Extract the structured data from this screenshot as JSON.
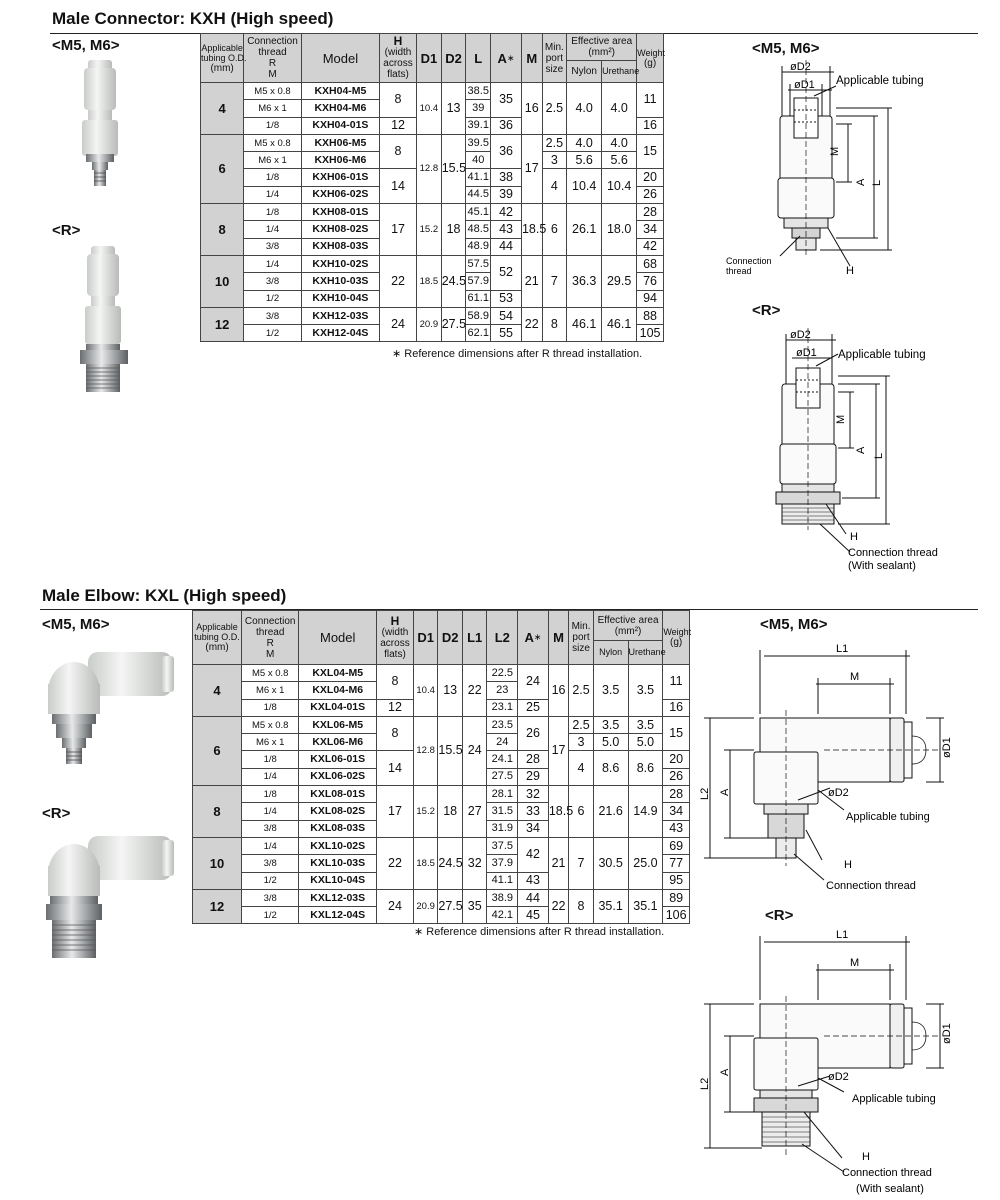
{
  "kxh": {
    "title": "Male Connector: KXH (High speed)",
    "sub_m": "<M5, M6>",
    "sub_r": "<R>",
    "draw_m": "<M5, M6>",
    "draw_r": "<R>",
    "note": "∗ Reference dimensions after R thread installation.",
    "headers": {
      "tubing": [
        "Applicable",
        "tubing O.D.",
        "(mm)"
      ],
      "thread": [
        "Connection",
        "thread",
        "R",
        "M"
      ],
      "model": "Model",
      "h": [
        "H",
        "(width",
        "across",
        "flats)"
      ],
      "d1": "D1",
      "d2": "D2",
      "l": "L",
      "a": "A",
      "a_star": "∗",
      "m": "M",
      "minport": [
        "Min.",
        "port",
        "size"
      ],
      "eff": "Effective area",
      "eff_unit": "(mm²)",
      "nylon": "Nylon",
      "urethane": "Urethane",
      "weight": "Weight",
      "weight_unit": "(g)"
    },
    "labels": {
      "od2": "øD2",
      "od1": "øD1",
      "tubing": "Applicable tubing",
      "m": "M",
      "a": "A",
      "l": "L",
      "h": "H",
      "conn": "Connection",
      "conn2": "thread",
      "conn_r": "Connection thread",
      "sealant": "(With sealant)"
    }
  },
  "kxh_rows": [
    {
      "c0": "4",
      "c0_rows": 3,
      "thread": "M5 x 0.8",
      "model": "KXH04-M5",
      "h": "8",
      "h_rows": 2,
      "d1": "10.4",
      "d1_rows": 3,
      "d2": "13",
      "d2_rows": 3,
      "l": "38.5",
      "a": "35",
      "a_rows": 2,
      "m": "16",
      "m_rows": 3,
      "port": "2.5",
      "port_rows": 3,
      "ny": "4.0",
      "ny_rows": 3,
      "ur": "4.0",
      "ur_rows": 3,
      "w": "11",
      "w_rows": 2
    },
    {
      "thread": "M6 x 1",
      "model": "KXH04-M6",
      "l": "39"
    },
    {
      "thread": "1/8",
      "model": "KXH04-01S",
      "h": "12",
      "h_rows": 1,
      "l": "39.1",
      "a": "36",
      "a_rows": 1,
      "w": "16",
      "w_rows": 1
    },
    {
      "c0": "6",
      "c0_rows": 4,
      "thread": "M5 x 0.8",
      "model": "KXH06-M5",
      "h": "8",
      "h_rows": 2,
      "d1": "12.8",
      "d1_rows": 4,
      "d2": "15.5",
      "d2_rows": 4,
      "l": "39.5",
      "a": "36",
      "a_rows": 2,
      "m": "17",
      "m_rows": 4,
      "port": "2.5",
      "port_rows": 1,
      "ny": "4.0",
      "ny_rows": 1,
      "ur": "4.0",
      "ur_rows": 1,
      "w": "15",
      "w_rows": 2
    },
    {
      "thread": "M6 x 1",
      "model": "KXH06-M6",
      "l": "40",
      "port": "3",
      "port_rows": 1,
      "ny": "5.6",
      "ny_rows": 1,
      "ur": "5.6",
      "ur_rows": 1
    },
    {
      "thread": "1/8",
      "model": "KXH06-01S",
      "h": "14",
      "h_rows": 2,
      "l": "41.1",
      "a": "38",
      "a_rows": 1,
      "port": "4",
      "port_rows": 2,
      "ny": "10.4",
      "ny_rows": 2,
      "ur": "10.4",
      "ur_rows": 2,
      "w": "20",
      "w_rows": 1
    },
    {
      "thread": "1/4",
      "model": "KXH06-02S",
      "l": "44.5",
      "a": "39",
      "a_rows": 1,
      "w": "26",
      "w_rows": 1
    },
    {
      "c0": "8",
      "c0_rows": 3,
      "thread": "1/8",
      "model": "KXH08-01S",
      "h": "17",
      "h_rows": 3,
      "d1": "15.2",
      "d1_rows": 3,
      "d2": "18",
      "d2_rows": 3,
      "l": "45.1",
      "a": "42",
      "a_rows": 1,
      "m": "18.5",
      "m_rows": 3,
      "port": "6",
      "port_rows": 3,
      "ny": "26.1",
      "ny_rows": 3,
      "ur": "18.0",
      "ur_rows": 3,
      "w": "28",
      "w_rows": 1
    },
    {
      "thread": "1/4",
      "model": "KXH08-02S",
      "l": "48.5",
      "a": "43",
      "a_rows": 1,
      "w": "34",
      "w_rows": 1
    },
    {
      "thread": "3/8",
      "model": "KXH08-03S",
      "l": "48.9",
      "a": "44",
      "a_rows": 1,
      "w": "42",
      "w_rows": 1
    },
    {
      "c0": "10",
      "c0_rows": 3,
      "thread": "1/4",
      "model": "KXH10-02S",
      "h": "22",
      "h_rows": 3,
      "d1": "18.5",
      "d1_rows": 3,
      "d2": "24.5",
      "d2_rows": 3,
      "l": "57.5",
      "a": "52",
      "a_rows": 2,
      "m": "21",
      "m_rows": 3,
      "port": "7",
      "port_rows": 3,
      "ny": "36.3",
      "ny_rows": 3,
      "ur": "29.5",
      "ur_rows": 3,
      "w": "68",
      "w_rows": 1
    },
    {
      "thread": "3/8",
      "model": "KXH10-03S",
      "l": "57.9",
      "w": "76",
      "w_rows": 1
    },
    {
      "thread": "1/2",
      "model": "KXH10-04S",
      "l": "61.1",
      "a": "53",
      "a_rows": 1,
      "w": "94",
      "w_rows": 1
    },
    {
      "c0": "12",
      "c0_rows": 2,
      "thread": "3/8",
      "model": "KXH12-03S",
      "h": "24",
      "h_rows": 2,
      "d1": "20.9",
      "d1_rows": 2,
      "d2": "27.5",
      "d2_rows": 2,
      "l": "58.9",
      "a": "54",
      "a_rows": 1,
      "m": "22",
      "m_rows": 2,
      "port": "8",
      "port_rows": 2,
      "ny": "46.1",
      "ny_rows": 2,
      "ur": "46.1",
      "ur_rows": 2,
      "w": "88",
      "w_rows": 1
    },
    {
      "thread": "1/2",
      "model": "KXH12-04S",
      "l": "62.1",
      "a": "55",
      "a_rows": 1,
      "w": "105",
      "w_rows": 1
    }
  ],
  "kxl": {
    "title": "Male Elbow: KXL (High speed)",
    "sub_m": "<M5, M6>",
    "sub_r": "<R>",
    "draw_m": "<M5, M6>",
    "draw_r": "<R>",
    "note": "∗ Reference dimensions after R thread installation.",
    "headers": {
      "tubing": [
        "Applicable",
        "tubing O.D.",
        "(mm)"
      ],
      "thread": [
        "Connection",
        "thread",
        "R",
        "M"
      ],
      "model": "Model",
      "h": [
        "H",
        "(width",
        "across",
        "flats)"
      ],
      "d1": "D1",
      "d2": "D2",
      "l1": "L1",
      "l2": "L2",
      "a": "A",
      "a_star": "∗",
      "m": "M",
      "minport": [
        "Min.",
        "port",
        "size"
      ],
      "eff": "Effective area",
      "eff_unit": "(mm²)",
      "nylon": "Nylon",
      "urethane": "Urethane",
      "weight": "Weight",
      "weight_unit": "(g)"
    },
    "labels": {
      "l1": "L1",
      "m": "M",
      "od1": "øD1",
      "od2": "øD2",
      "a": "A",
      "l2": "L2",
      "tubing": "Applicable tubing",
      "h": "H",
      "conn": "Connection thread",
      "sealant": "(With sealant)"
    }
  },
  "kxl_rows": [
    {
      "c0": "4",
      "c0_rows": 3,
      "thread": "M5 x 0.8",
      "model": "KXL04-M5",
      "h": "8",
      "h_rows": 2,
      "d1": "10.4",
      "d1_rows": 3,
      "d2": "13",
      "d2_rows": 3,
      "l1": "22",
      "l1_rows": 3,
      "l2": "22.5",
      "a": "24",
      "a_rows": 2,
      "m": "16",
      "m_rows": 3,
      "port": "2.5",
      "port_rows": 3,
      "ny": "3.5",
      "ny_rows": 3,
      "ur": "3.5",
      "ur_rows": 3,
      "w": "11",
      "w_rows": 2
    },
    {
      "thread": "M6 x 1",
      "model": "KXL04-M6",
      "l2": "23"
    },
    {
      "thread": "1/8",
      "model": "KXL04-01S",
      "h": "12",
      "h_rows": 1,
      "l2": "23.1",
      "a": "25",
      "a_rows": 1,
      "w": "16",
      "w_rows": 1
    },
    {
      "c0": "6",
      "c0_rows": 4,
      "thread": "M5 x 0.8",
      "model": "KXL06-M5",
      "h": "8",
      "h_rows": 2,
      "d1": "12.8",
      "d1_rows": 4,
      "d2": "15.5",
      "d2_rows": 4,
      "l1": "24",
      "l1_rows": 4,
      "l2": "23.5",
      "a": "26",
      "a_rows": 2,
      "m": "17",
      "m_rows": 4,
      "port": "2.5",
      "port_rows": 1,
      "ny": "3.5",
      "ny_rows": 1,
      "ur": "3.5",
      "ur_rows": 1,
      "w": "15",
      "w_rows": 2
    },
    {
      "thread": "M6 x 1",
      "model": "KXL06-M6",
      "l2": "24",
      "port": "3",
      "port_rows": 1,
      "ny": "5.0",
      "ny_rows": 1,
      "ur": "5.0",
      "ur_rows": 1
    },
    {
      "thread": "1/8",
      "model": "KXL06-01S",
      "h": "14",
      "h_rows": 2,
      "l2": "24.1",
      "a": "28",
      "a_rows": 1,
      "port": "4",
      "port_rows": 2,
      "ny": "8.6",
      "ny_rows": 2,
      "ur": "8.6",
      "ur_rows": 2,
      "w": "20",
      "w_rows": 1
    },
    {
      "thread": "1/4",
      "model": "KXL06-02S",
      "l2": "27.5",
      "a": "29",
      "a_rows": 1,
      "w": "26",
      "w_rows": 1
    },
    {
      "c0": "8",
      "c0_rows": 3,
      "thread": "1/8",
      "model": "KXL08-01S",
      "h": "17",
      "h_rows": 3,
      "d1": "15.2",
      "d1_rows": 3,
      "d2": "18",
      "d2_rows": 3,
      "l1": "27",
      "l1_rows": 3,
      "l2": "28.1",
      "a": "32",
      "a_rows": 1,
      "m": "18.5",
      "m_rows": 3,
      "port": "6",
      "port_rows": 3,
      "ny": "21.6",
      "ny_rows": 3,
      "ur": "14.9",
      "ur_rows": 3,
      "w": "28",
      "w_rows": 1
    },
    {
      "thread": "1/4",
      "model": "KXL08-02S",
      "l2": "31.5",
      "a": "33",
      "a_rows": 1,
      "w": "34",
      "w_rows": 1
    },
    {
      "thread": "3/8",
      "model": "KXL08-03S",
      "l2": "31.9",
      "a": "34",
      "a_rows": 1,
      "w": "43",
      "w_rows": 1
    },
    {
      "c0": "10",
      "c0_rows": 3,
      "thread": "1/4",
      "model": "KXL10-02S",
      "h": "22",
      "h_rows": 3,
      "d1": "18.5",
      "d1_rows": 3,
      "d2": "24.5",
      "d2_rows": 3,
      "l1": "32",
      "l1_rows": 3,
      "l2": "37.5",
      "a": "42",
      "a_rows": 2,
      "m": "21",
      "m_rows": 3,
      "port": "7",
      "port_rows": 3,
      "ny": "30.5",
      "ny_rows": 3,
      "ur": "25.0",
      "ur_rows": 3,
      "w": "69",
      "w_rows": 1
    },
    {
      "thread": "3/8",
      "model": "KXL10-03S",
      "l2": "37.9",
      "w": "77",
      "w_rows": 1
    },
    {
      "thread": "1/2",
      "model": "KXL10-04S",
      "l2": "41.1",
      "a": "43",
      "a_rows": 1,
      "w": "95",
      "w_rows": 1
    },
    {
      "c0": "12",
      "c0_rows": 2,
      "thread": "3/8",
      "model": "KXL12-03S",
      "h": "24",
      "h_rows": 2,
      "d1": "20.9",
      "d1_rows": 2,
      "d2": "27.5",
      "d2_rows": 2,
      "l1": "35",
      "l1_rows": 2,
      "l2": "38.9",
      "a": "44",
      "a_rows": 1,
      "m": "22",
      "m_rows": 2,
      "port": "8",
      "port_rows": 2,
      "ny": "35.1",
      "ny_rows": 2,
      "ur": "35.1",
      "ur_rows": 2,
      "w": "89",
      "w_rows": 1
    },
    {
      "thread": "1/2",
      "model": "KXL12-04S",
      "l2": "42.1",
      "a": "45",
      "a_rows": 1,
      "w": "106",
      "w_rows": 1
    }
  ]
}
